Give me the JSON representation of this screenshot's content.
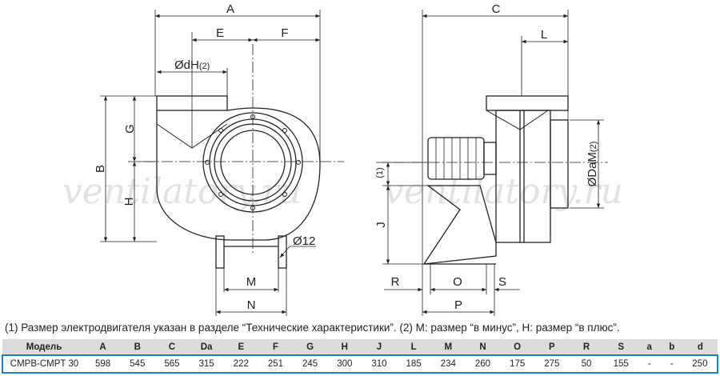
{
  "watermark": "ventilatory.ru",
  "dimensions": {
    "A": "A",
    "E": "E",
    "F": "F",
    "dH": "ØdH",
    "dH_note": "(2)",
    "G": "G",
    "B": "B",
    "H": "H",
    "M": "M",
    "N": "N",
    "hole": "Ø12",
    "C": "C",
    "L": "L",
    "note1": "(1)",
    "J": "J",
    "dDaM": "ØDaM",
    "dDaM_note": "(2)",
    "R": "R",
    "O": "O",
    "S": "S",
    "P": "P"
  },
  "footnote": "(1) Размер электродвигателя указан в разделе “Технические характеристики”. (2) M: размер “в минус”, H: размер “в плюс”.",
  "table": {
    "headers": [
      "Модель",
      "A",
      "B",
      "C",
      "Da",
      "E",
      "F",
      "G",
      "H",
      "J",
      "L",
      "M",
      "N",
      "O",
      "P",
      "R",
      "S",
      "a",
      "b",
      "d"
    ],
    "row": [
      "CMPB-CMPT 30",
      "598",
      "545",
      "565",
      "315",
      "222",
      "251",
      "245",
      "300",
      "310",
      "185",
      "234",
      "260",
      "175",
      "275",
      "50",
      "155",
      "-",
      "-",
      "250"
    ]
  },
  "colors": {
    "highlight_border": "#1a84c7",
    "header_bg": "#dcdcdc"
  }
}
